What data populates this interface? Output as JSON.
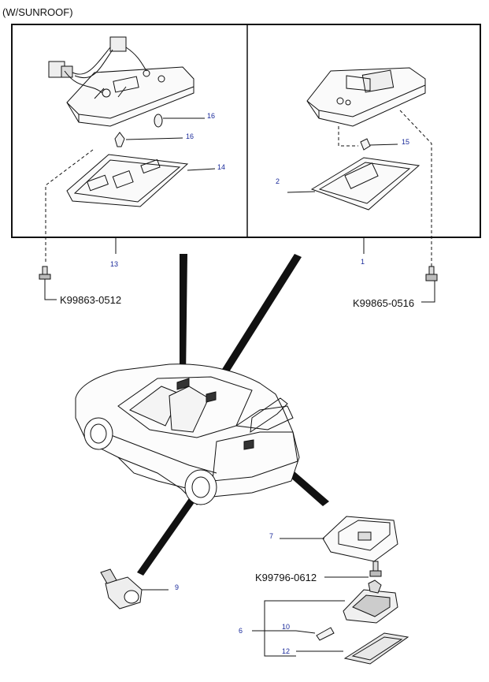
{
  "header": {
    "title": "(W/SUNROOF)"
  },
  "callouts": {
    "c16a": "16",
    "c16b": "16",
    "c14": "14",
    "c15": "15",
    "c2": "2",
    "c13": "13",
    "c1": "1",
    "c7": "7",
    "c9": "9",
    "c6": "6",
    "c10": "10",
    "c12": "12"
  },
  "part_numbers": {
    "left_bolt": "K99863-0512",
    "right_bolt": "K99865-0516",
    "trunk_bolt": "K99796-0612"
  },
  "colors": {
    "callout": "#1a2a9a",
    "line": "#111111",
    "background": "#ffffff"
  }
}
